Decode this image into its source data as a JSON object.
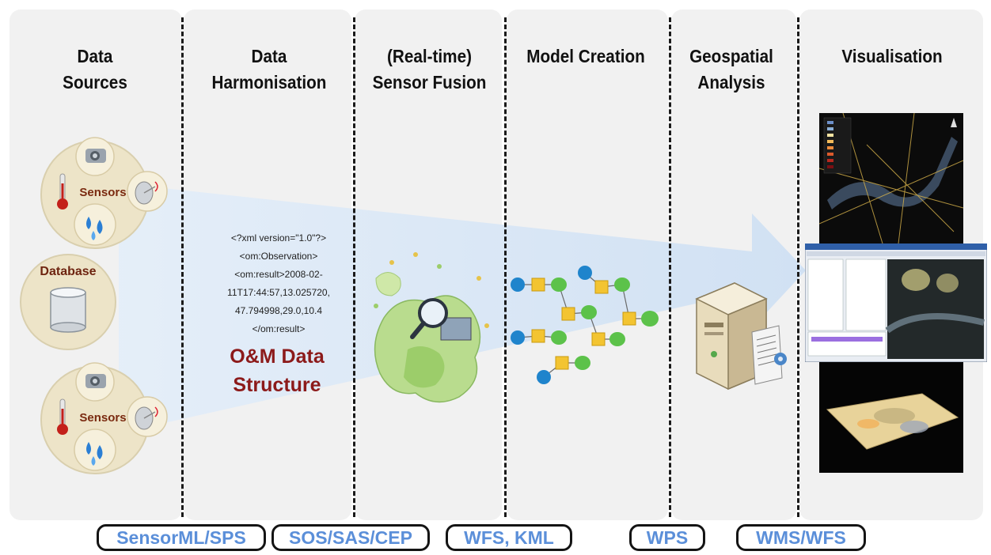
{
  "columns": [
    {
      "line1": "Data",
      "line2": "Sources"
    },
    {
      "line1": "Data",
      "line2": "Harmonisation"
    },
    {
      "line1": "(Real-time)",
      "line2": "Sensor Fusion"
    },
    {
      "line1": "Model Creation",
      "line2": ""
    },
    {
      "line1": "Geospatial",
      "line2": "Analysis"
    },
    {
      "line1": "Visualisation",
      "line2": ""
    }
  ],
  "sources": {
    "sensor_label": "Sensors",
    "database_label": "Database"
  },
  "xml_snippet": [
    "<?xml version=\"1.0\"?>",
    "<om:Observation>",
    "<om:result>2008-02-",
    "11T17:44:57,13.025720,",
    "47.794998,29.0,10.4",
    "</om:result>"
  ],
  "om_structure": {
    "line1": "O&M Data",
    "line2": "Structure"
  },
  "standards": [
    "SensorML/SPS",
    "SOS/SAS/CEP",
    "WFS, KML",
    "WPS",
    "WMS/WFS"
  ],
  "colors": {
    "panel": "#f1f1f1",
    "arrow": "#dce8f6",
    "pill_text": "#5b8fd9",
    "om_text": "#8c1a1a",
    "node_blue": "#1f84cc",
    "node_green": "#5cc24a",
    "node_yellow": "#f3c431"
  }
}
